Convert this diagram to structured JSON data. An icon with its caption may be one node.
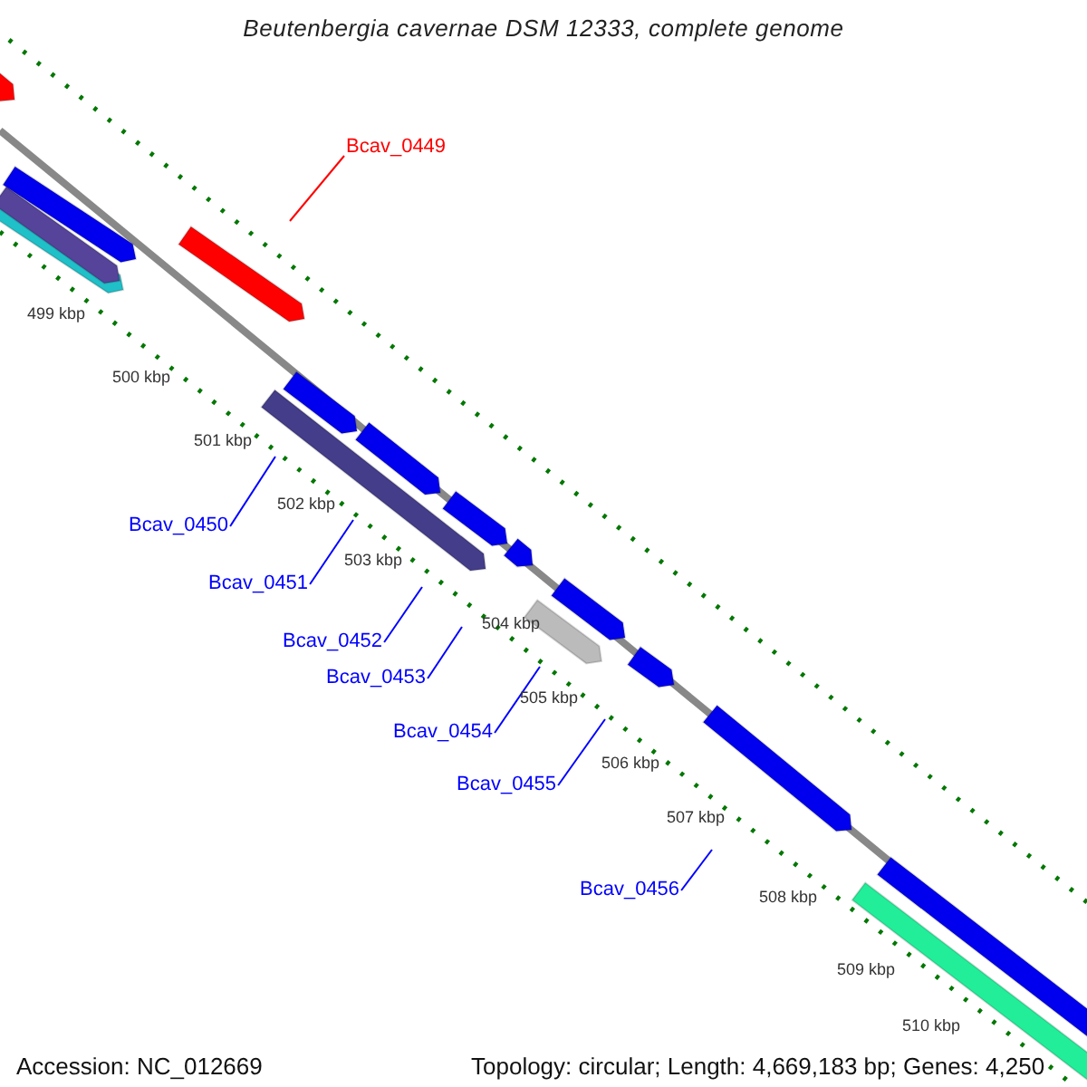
{
  "diagram": {
    "title": "Beutenbergia cavernae DSM 12333, complete genome",
    "nodes": [
      {
        "text": [
          "Bcav_0449"
        ]
      },
      {
        "text": [
          "Bcav_0450"
        ]
      },
      {
        "text": [
          "Bcav_0451"
        ]
      },
      {
        "text": [
          "Bcav_0452"
        ]
      },
      {
        "text": [
          "Bcav_0453"
        ]
      },
      {
        "text": [
          "Bcav_0454"
        ]
      },
      {
        "text": [
          "Bcav_0455"
        ]
      },
      {
        "text": [
          "Bcav_0456"
        ]
      }
    ],
    "edges": [
      {
        "from": 0,
        "to": null,
        "arrow": "none",
        "color": "#ff0000"
      },
      {
        "from": 1,
        "to": null,
        "arrow": "none"
      },
      {
        "from": 2,
        "to": null,
        "arrow": "none"
      },
      {
        "from": 3,
        "to": null,
        "arrow": "none"
      },
      {
        "from": 4,
        "to": null,
        "arrow": "none"
      },
      {
        "from": 5,
        "to": null,
        "arrow": "none"
      },
      {
        "from": 6,
        "to": null,
        "arrow": "none"
      },
      {
        "from": 7,
        "to": null,
        "arrow": "none"
      }
    ],
    "labels": [
      "499 kbp",
      "500 kbp",
      "501 kbp",
      "502 kbp",
      "503 kbp",
      "504 kbp",
      "505 kbp",
      "506 kbp",
      "507 kbp",
      "508 kbp",
      "509 kbp",
      "510 kbp",
      "Accession: NC_012669",
      "Topology: circular; Length: 4,669,183 bp; Genes: 4,250"
    ]
  }
}
